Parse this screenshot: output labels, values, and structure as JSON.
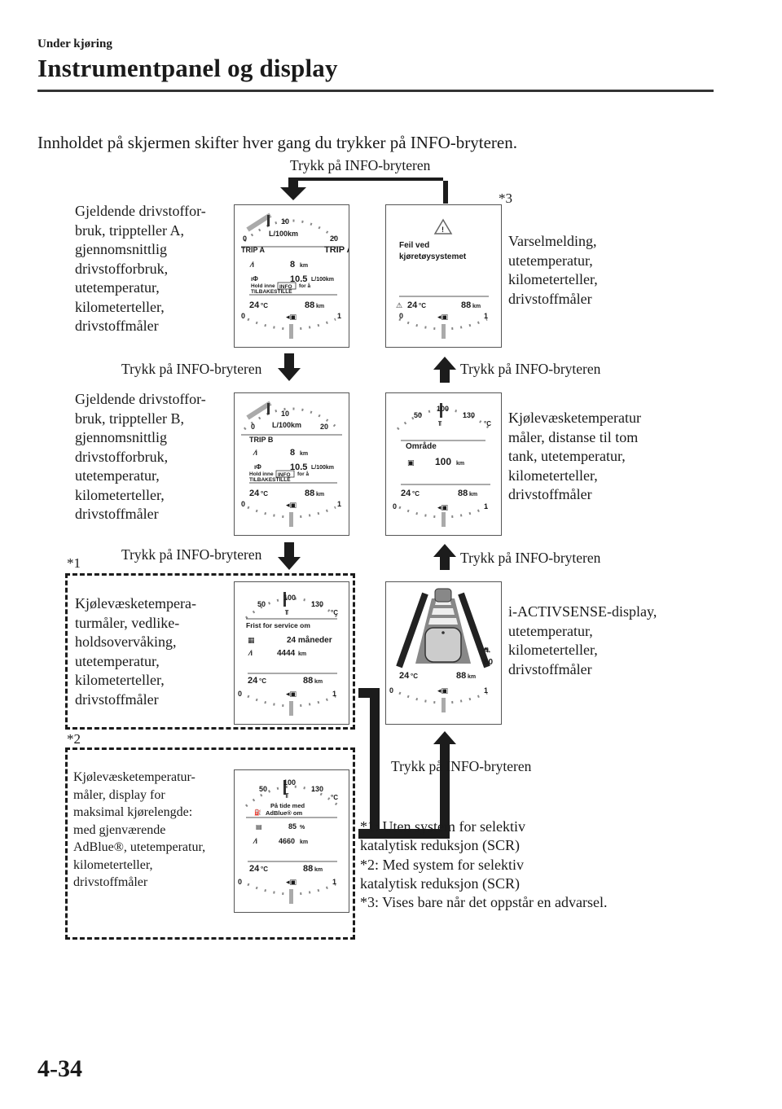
{
  "header": {
    "section": "Under kjøring",
    "title": "Instrumentpanel og display"
  },
  "intro": "Innholdet på skjermen skifter hver gang du trykker på INFO-bryteren.",
  "press_label": "Trykk på INFO-bryteren",
  "markers": {
    "m1": "*1",
    "m2": "*2",
    "m3": "*3"
  },
  "descriptions": {
    "trip_a": "Gjeldende drivstoffor-\nbruk, trippteller A,\ngjennomsnittlig\ndrivstofforbruk,\nutetemperatur,\nkilometerteller,\ndrivstoffmåler",
    "warning": "Varselmelding,\nutetemperatur,\nkilometerteller,\ndrivstoffmåler",
    "trip_b": "Gjeldende drivstoffor-\nbruk, trippteller B,\ngjennomsnittlig\ndrivstofforbruk,\nutetemperatur,\nkilometerteller,\ndrivstoffmåler",
    "range": "Kjølevæsketemperatur\nmåler, distanse til tom\ntank, utetemperatur,\nkilometerteller,\ndrivstoffmåler",
    "service": "Kjølevæsketempera-\nturmåler, vedlike-\nholdsovervåking,\nutetemperatur,\nkilometerteller,\ndrivstoffmåler",
    "activsense": "i-ACTIVSENSE-display,\nutetemperatur,\nkilometerteller,\ndrivstoffmåler",
    "adblue": "Kjølevæsketemperatur-\nmåler, display for\nmaksimal kjørelengde:\nmed gjenværende\nAdBlue®, utetemperatur,\nkilometerteller,\ndrivstoffmåler"
  },
  "notes": [
    "*1: Uten system for selektiv\nkatalytisk reduksjon (SCR)",
    "*2: Med system for selektiv\nkatalytisk reduksjon (SCR)",
    "*3: Vises bare når det oppstår en advarsel."
  ],
  "page_number": "4-34",
  "displays": {
    "common": {
      "temp": "24",
      "temp_unit": "°C",
      "odo": "88",
      "odo_unit": "km",
      "fuel_min": "0",
      "fuel_max": "1"
    },
    "fuel_gauge": {
      "tick_0": "0",
      "tick_10": "10",
      "tick_20": "20",
      "unit": "L/100km"
    },
    "coolant_gauge": {
      "tick_50": "50",
      "tick_100": "100",
      "tick_130": "130",
      "unit": "°C"
    },
    "trip_a": {
      "trip_label": "TRIP A",
      "trip_label_large": "TRIP A",
      "trip_value": "8",
      "trip_unit": "km",
      "avg_value": "10.5",
      "avg_unit": "L/100km",
      "hold_text": "Hold inne",
      "info_key": "INFO",
      "for_text": "for å",
      "reset_text": "TILBAKESTILLE"
    },
    "trip_b": {
      "trip_label": "TRIP B",
      "trip_value": "8",
      "trip_unit": "km",
      "avg_value": "10.5",
      "avg_unit": "L/100km",
      "hold_text": "Hold inne",
      "info_key": "INFO",
      "for_text": "for å",
      "reset_text": "TILBAKESTILLE"
    },
    "warning": {
      "line1": "Feil ved",
      "line2": "kjøretøysystemet"
    },
    "range": {
      "label": "Område",
      "value": "100",
      "unit": "km"
    },
    "service": {
      "label": "Frist for service om",
      "months": "24 måneder",
      "distance": "4444",
      "unit": "km"
    },
    "activsense": {
      "speed": "80"
    },
    "adblue": {
      "line1": "På tide med",
      "line2": "AdBlue® om",
      "percent": "85",
      "percent_unit": "%",
      "distance": "4660",
      "unit": "km"
    }
  }
}
